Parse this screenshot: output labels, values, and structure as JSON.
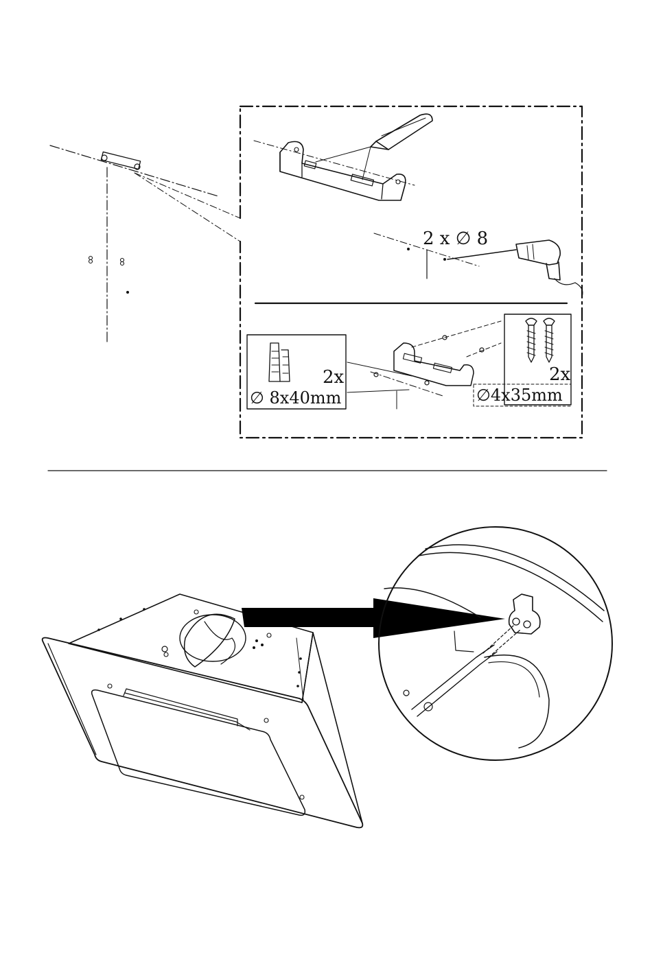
{
  "labels": {
    "drill_bit": "2 x ∅ 8",
    "anchor_count": "2x",
    "anchor_size": "∅ 8x40mm",
    "screw_count": "2x",
    "screw_size": "∅4x35mm"
  },
  "colors": {
    "ink": "#111111",
    "paper": "#ffffff",
    "arrow": "#000000"
  },
  "icons": [
    "pencil-icon",
    "drill-icon",
    "wall-plug-icon",
    "screw-icon",
    "bracket-icon",
    "arrow-icon"
  ]
}
